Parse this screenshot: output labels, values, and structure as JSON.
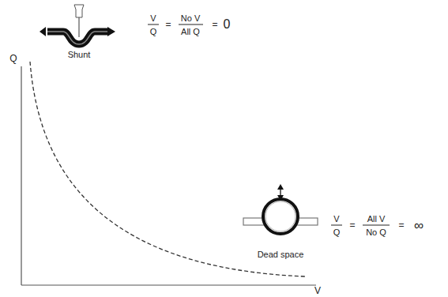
{
  "diagram": {
    "labels": [
      "Q",
      "V",
      "Shunt",
      "V",
      "Q",
      "=",
      "No V",
      "All Q",
      "=",
      "0",
      "Dead space",
      "V",
      "Q",
      "=",
      "All V",
      "No Q",
      "=",
      "∞"
    ]
  }
}
